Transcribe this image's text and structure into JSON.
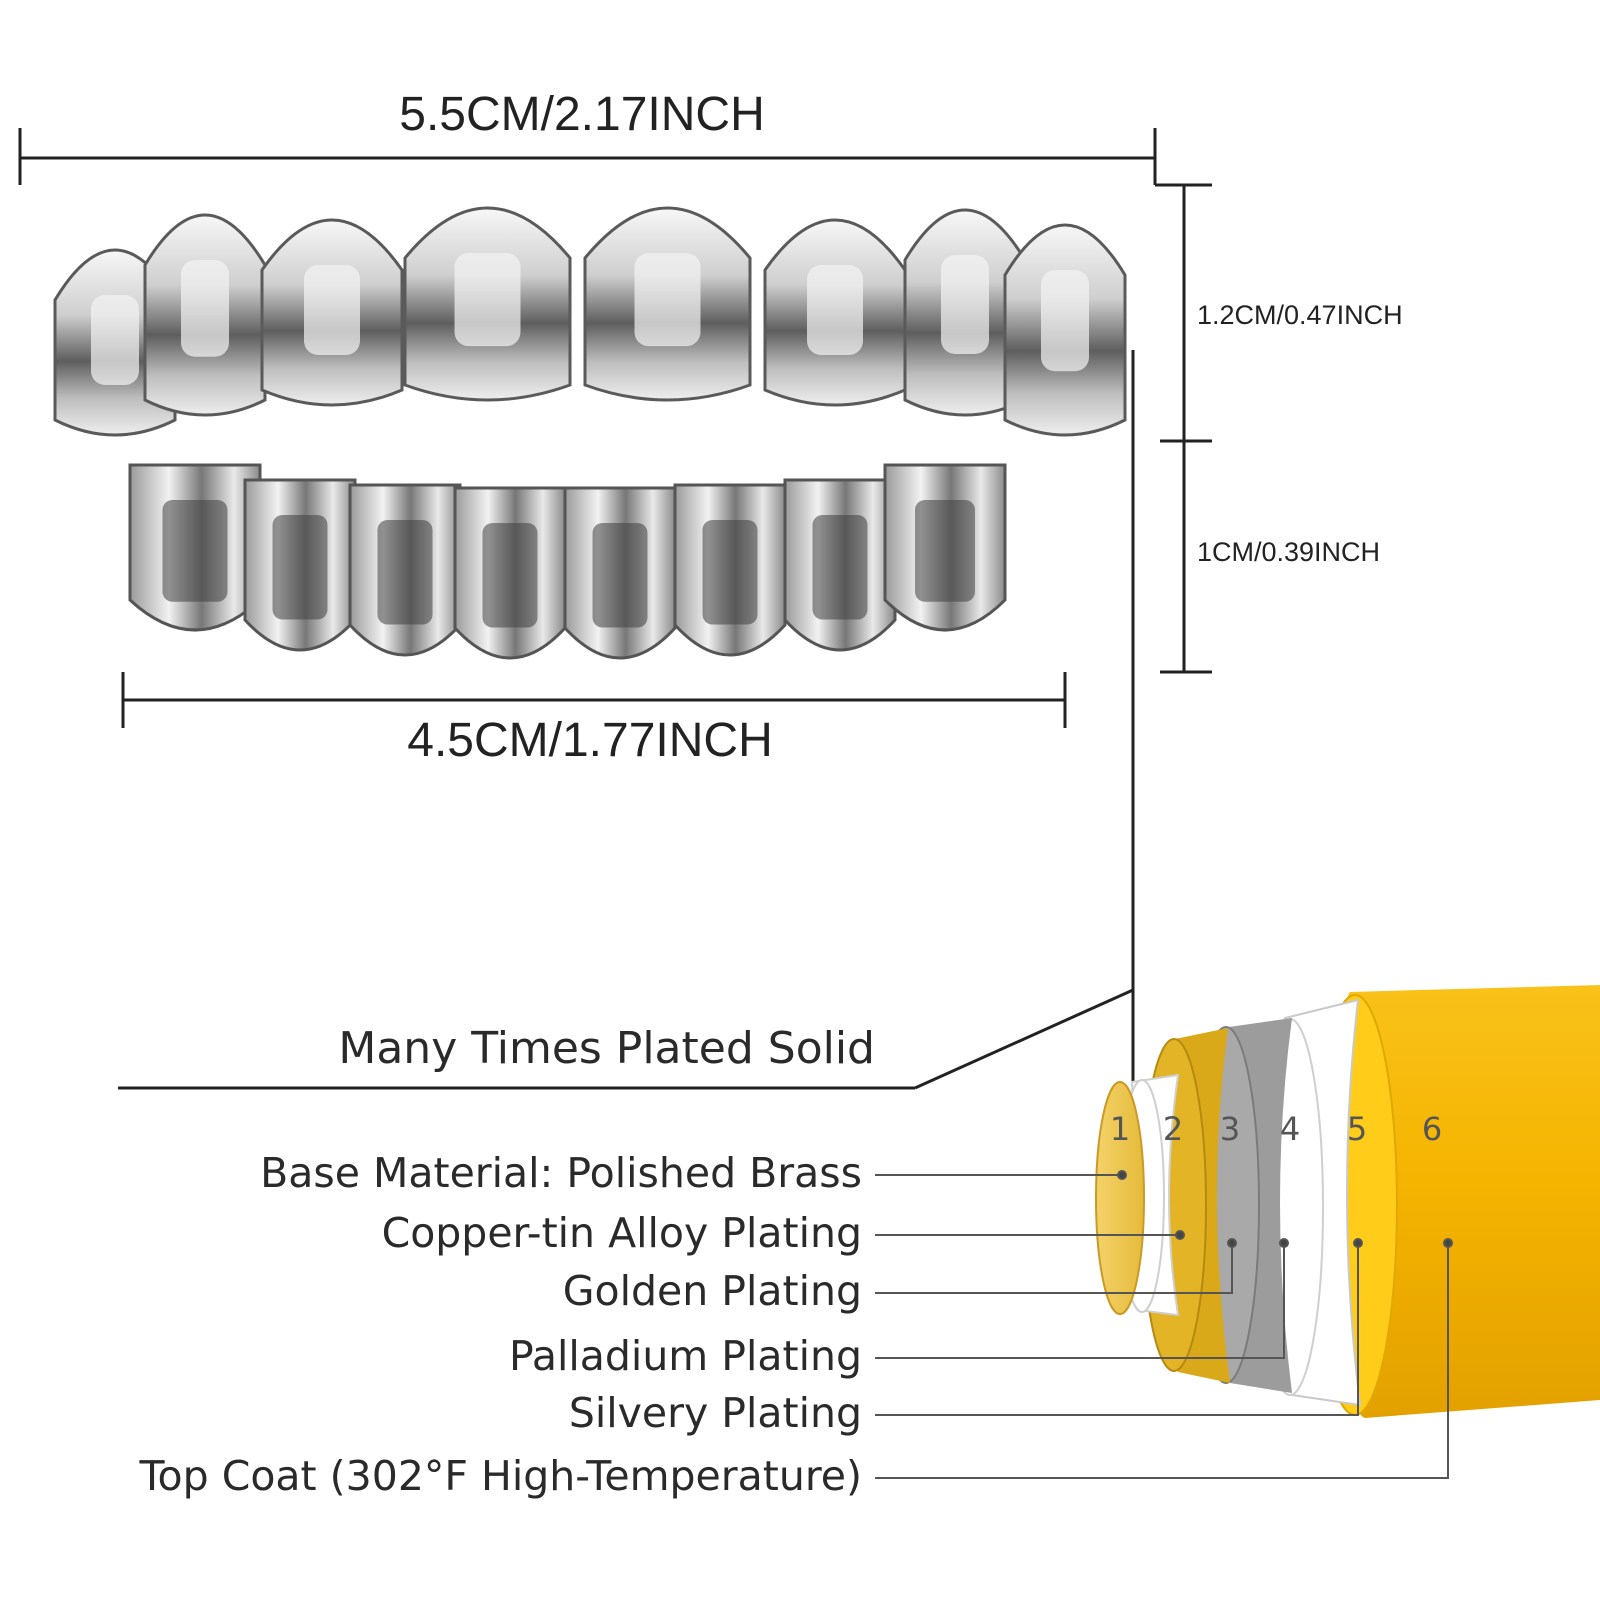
{
  "dimensions": {
    "top_width": "5.5CM/2.17INCH",
    "bottom_width": "4.5CM/1.77INCH",
    "top_height": "1.2CM/0.47INCH",
    "bottom_height": "1CM/0.39INCH"
  },
  "plating": {
    "heading": "Many Times Plated Solid",
    "layers": [
      {
        "number": "1",
        "label": "Base Material: Polished Brass",
        "color": "#f2d060"
      },
      {
        "number": "2",
        "label": "Copper-tin Alloy Plating",
        "color": "#ffffff"
      },
      {
        "number": "3",
        "label": "Golden Plating",
        "color": "#e2b520"
      },
      {
        "number": "4",
        "label": "Palladium Plating",
        "color": "#a3a3a3"
      },
      {
        "number": "5",
        "label": "Silvery Plating",
        "color": "#ffffff"
      },
      {
        "number": "6",
        "label": "Top Coat (302°F High-Temperature)",
        "color": "#f5b800"
      }
    ]
  },
  "colors": {
    "silver_light": "#f4f4f4",
    "silver_dark": "#4a4a4a",
    "line": "#222222"
  }
}
